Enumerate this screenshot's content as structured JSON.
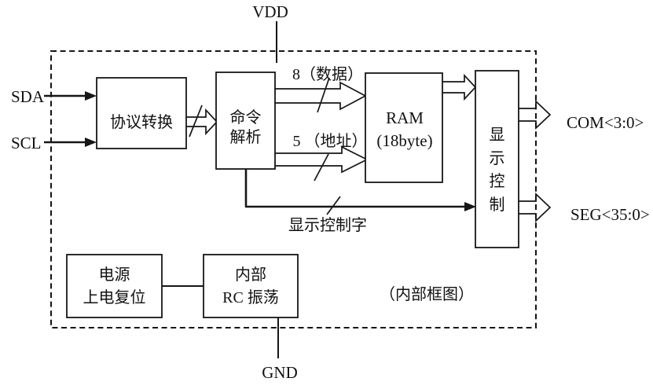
{
  "diagram": {
    "caption": "（内部框图）",
    "power": {
      "vdd": "VDD",
      "gnd": "GND"
    },
    "inputs": {
      "sda": "SDA",
      "scl": "SCL"
    },
    "outputs": {
      "com": "COM<3:0>",
      "seg": "SEG<35:0>"
    },
    "blocks": {
      "protocol": {
        "label": "协议转换"
      },
      "command": {
        "line1": "命令",
        "line2": "解析"
      },
      "ram": {
        "line1": "RAM",
        "line2": "(18byte)"
      },
      "display": {
        "c1": "显",
        "c2": "示",
        "c3": "控",
        "c4": "制"
      },
      "por": {
        "line1": "电源",
        "line2": "上电复位"
      },
      "rc": {
        "line1": "内部",
        "line2": "RC 振荡"
      }
    },
    "bus_labels": {
      "data": "8（数据）",
      "addr": "5 （地址）",
      "ctrl_word": "显示控制字"
    },
    "colors": {
      "line": "#161616",
      "background": "#ffffff"
    }
  }
}
